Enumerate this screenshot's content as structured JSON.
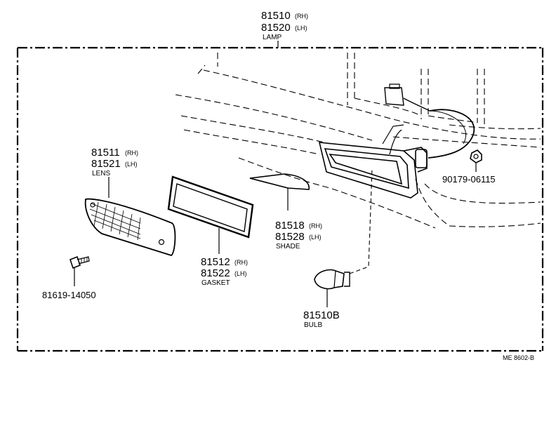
{
  "diagram": {
    "frame_code": "ME  8602-B",
    "parts": {
      "lamp": {
        "pn_rh": "81510",
        "sfx_rh": "(RH)",
        "pn_lh": "81520",
        "sfx_lh": "(LH)",
        "name": "LAMP"
      },
      "lens": {
        "pn_rh": "81511",
        "sfx_rh": "(RH)",
        "pn_lh": "81521",
        "sfx_lh": "(LH)",
        "name": "LENS"
      },
      "gasket": {
        "pn_rh": "81512",
        "sfx_rh": "(RH)",
        "pn_lh": "81522",
        "sfx_lh": "(LH)",
        "name": "GASKET"
      },
      "shade": {
        "pn_rh": "81518",
        "sfx_rh": "(RH)",
        "pn_lh": "81528",
        "sfx_lh": "(LH)",
        "name": "SHADE"
      },
      "bulb": {
        "pn": "81510B",
        "name": "BULB"
      },
      "screw": {
        "pn": "81619-14050"
      },
      "nut": {
        "pn": "90179-06115"
      }
    }
  }
}
